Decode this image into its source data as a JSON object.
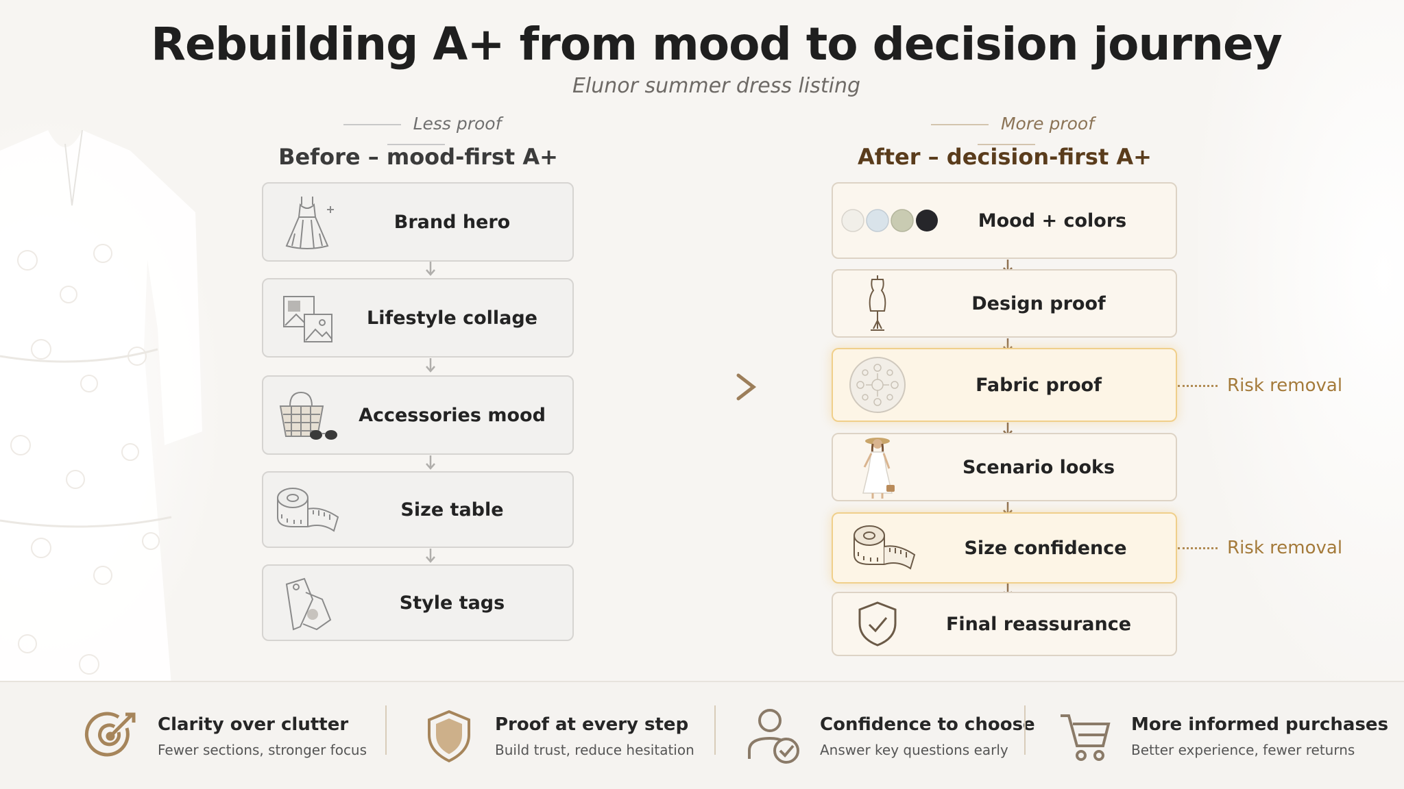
{
  "title": "Rebuilding A+ from mood to decision journey",
  "subtitle": "Elunor summer dress listing",
  "before": {
    "caption": "Less proof",
    "heading": "Before – mood-first A+",
    "cards": [
      {
        "label": "Brand hero",
        "icon": "dress-icon"
      },
      {
        "label": "Lifestyle collage",
        "icon": "image-collage-icon"
      },
      {
        "label": "Accessories mood",
        "icon": "basket-sunglasses-icon"
      },
      {
        "label": "Size table",
        "icon": "tape-measure-icon"
      },
      {
        "label": "Style tags",
        "icon": "tag-icon"
      }
    ]
  },
  "after": {
    "caption": "More proof",
    "heading": "After – decision-first A+",
    "cards": [
      {
        "label": "Mood + colors",
        "icon": "color-swatches-icon",
        "highlight": false
      },
      {
        "label": "Design proof",
        "icon": "mannequin-icon",
        "highlight": false
      },
      {
        "label": "Fabric proof",
        "icon": "fabric-swatch-icon",
        "highlight": true,
        "note": "Risk removal"
      },
      {
        "label": "Scenario looks",
        "icon": "model-woman-icon",
        "highlight": false
      },
      {
        "label": "Size confidence",
        "icon": "tape-measure-icon",
        "highlight": true,
        "note": "Risk removal"
      },
      {
        "label": "Final reassurance",
        "icon": "shield-check-icon",
        "highlight": false
      }
    ],
    "swatch_colors": [
      "#f1efe9",
      "#d9e3ea",
      "#c9cbb2",
      "#26262a"
    ]
  },
  "benefits": [
    {
      "title": "Clarity over clutter",
      "subtitle": "Fewer sections, stronger focus",
      "icon": "target-icon"
    },
    {
      "title": "Proof at every step",
      "subtitle": "Build trust, reduce hesitation",
      "icon": "shield-icon"
    },
    {
      "title": "Confidence to choose",
      "subtitle": "Answer key questions early",
      "icon": "user-check-icon"
    },
    {
      "title": "More informed purchases",
      "subtitle": "Better experience, fewer returns",
      "icon": "cart-icon"
    }
  ],
  "colors": {
    "accent": "#a47a3a",
    "accent_light": "#f0cf8a",
    "brown_heading": "#5a3c1c",
    "card_before": "#f2f1ef",
    "card_after": "#fbf6ee"
  }
}
